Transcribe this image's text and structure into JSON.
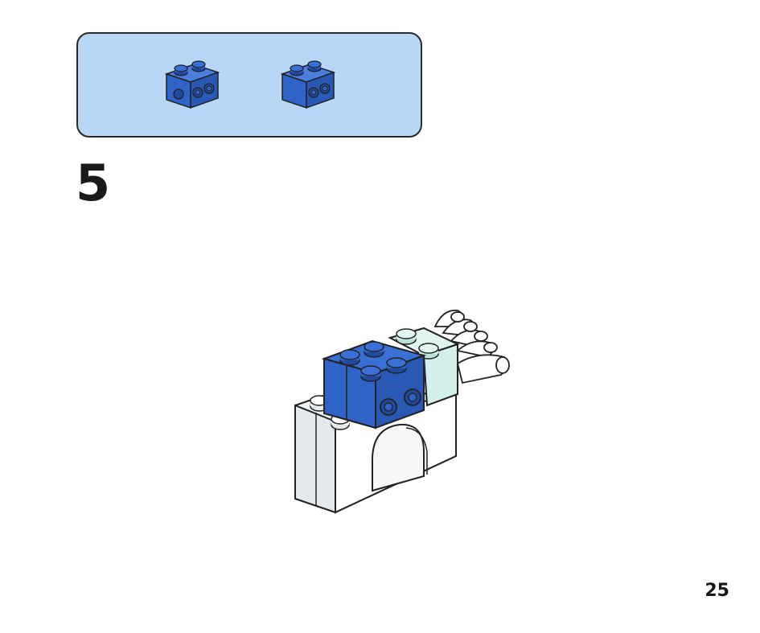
{
  "step": {
    "number": "5"
  },
  "parts_box": {
    "items": [
      {
        "name": "brick-1x2-with-studs-on-side",
        "color": "#2f63c7",
        "quantity_shown": 1
      },
      {
        "name": "brick-1x2-with-studs-on-side",
        "color": "#2f63c7",
        "quantity_shown": 1
      }
    ],
    "background": "#b7d7f5"
  },
  "model": {
    "colors": {
      "blue": "#2f63c7",
      "blue_dark": "#1f4aa0",
      "white": "#ffffff",
      "white_shade": "#e9eef3",
      "light_aqua": "#d4f0ea",
      "outline": "#222222"
    }
  },
  "page": {
    "number": "25"
  }
}
